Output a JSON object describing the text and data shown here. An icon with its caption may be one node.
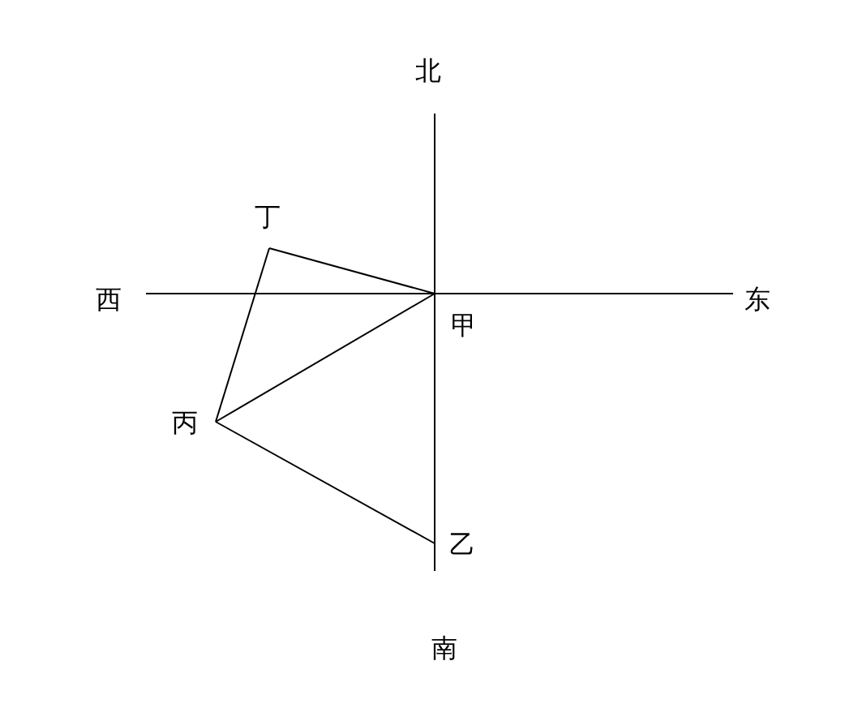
{
  "diagram": {
    "nodes": [
      {
        "text": [
          "甲"
        ]
      },
      {
        "text": [
          "乙"
        ]
      },
      {
        "text": [
          "丙"
        ]
      },
      {
        "text": [
          "丁"
        ]
      }
    ],
    "edges": [
      {
        "from": 3,
        "to": 0,
        "arrow": "none"
      },
      {
        "from": 0,
        "to": 2,
        "arrow": "none"
      },
      {
        "from": 2,
        "to": 3,
        "arrow": "none"
      },
      {
        "from": 2,
        "to": 1,
        "arrow": "none"
      }
    ],
    "labels": [
      "北",
      "西",
      "东",
      "南"
    ]
  }
}
